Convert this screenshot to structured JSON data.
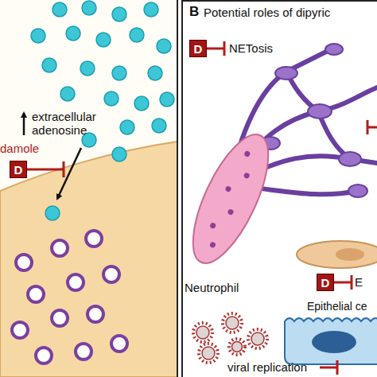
{
  "diagram": {
    "nodes": [
      {
        "text": [
          "D"
        ]
      },
      {
        "text": [
          "B",
          "Potential roles of dipyric"
        ]
      },
      {
        "text": [
          "D"
        ],
        "in": 1
      },
      {
        "text": [
          "D"
        ],
        "in": 1
      }
    ],
    "labels": [
      "extracellular adenosine",
      "damole",
      "NETosis",
      "Neutrophil",
      "E",
      "Epithelial ce",
      "viral replication"
    ]
  }
}
